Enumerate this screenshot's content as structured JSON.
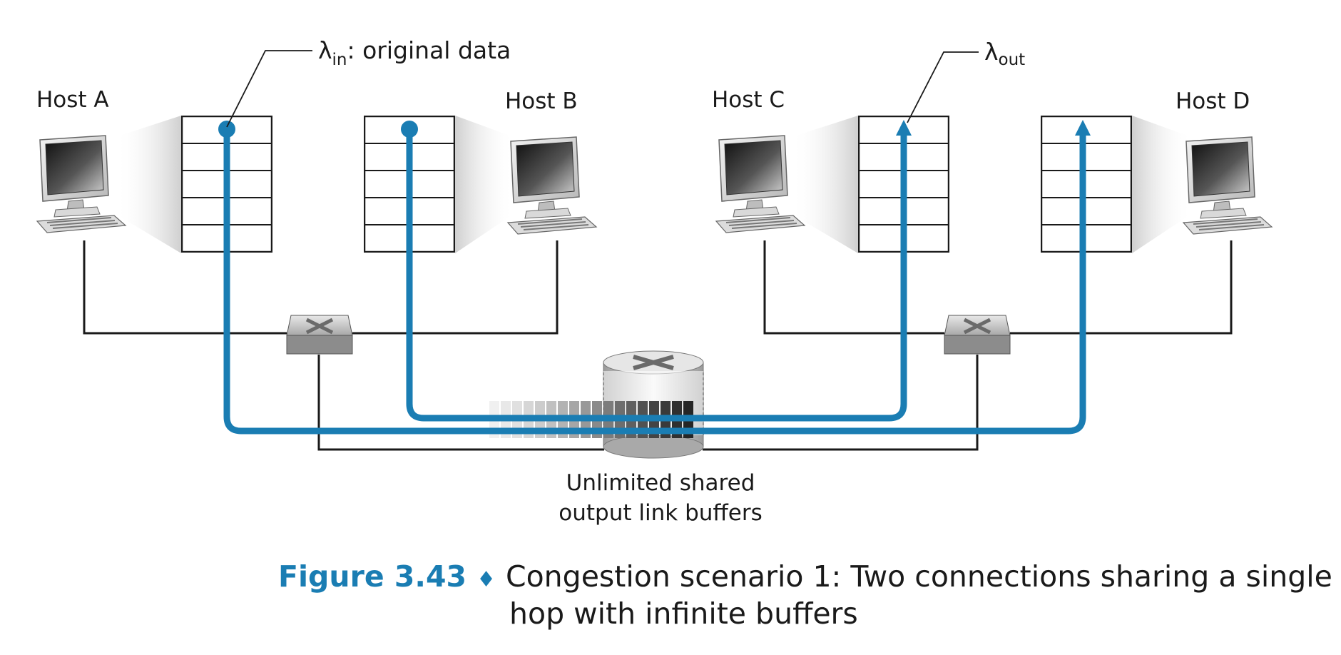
{
  "hosts": [
    {
      "id": "A",
      "label": "Host A"
    },
    {
      "id": "B",
      "label": "Host B"
    },
    {
      "id": "C",
      "label": "Host C"
    },
    {
      "id": "D",
      "label": "Host D"
    }
  ],
  "annotations": {
    "lambda_in_symbol": "λ",
    "lambda_in_sub": "in",
    "lambda_in_text": ": original data",
    "lambda_out_symbol": "λ",
    "lambda_out_sub": "out"
  },
  "router_label": [
    "Unlimited shared",
    "output link buffers"
  ],
  "caption": {
    "number": "Figure 3.43",
    "bullet": "♦",
    "line1": "Congestion scenario 1: Two connections sharing a single",
    "line2": "hop with infinite buffers"
  },
  "colors": {
    "connection": "#1a7db3",
    "link": "#1a1a1a",
    "caption_accent": "#1a7db3"
  }
}
